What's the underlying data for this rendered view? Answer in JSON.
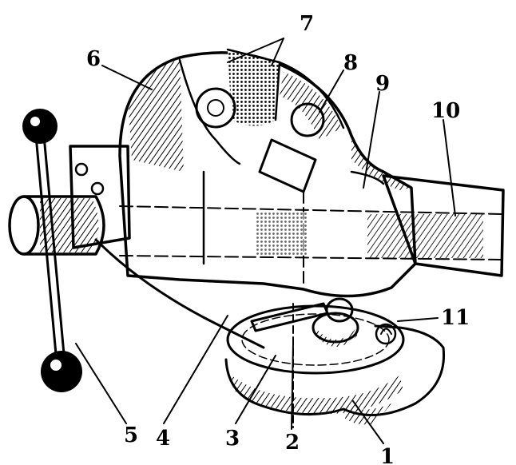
{
  "diagram": {
    "labels": [
      "1",
      "2",
      "3",
      "4",
      "5",
      "6",
      "7",
      "8",
      "9",
      "10",
      "11"
    ],
    "colors": {
      "ink": "#000000",
      "paper": "#ffffff"
    }
  }
}
